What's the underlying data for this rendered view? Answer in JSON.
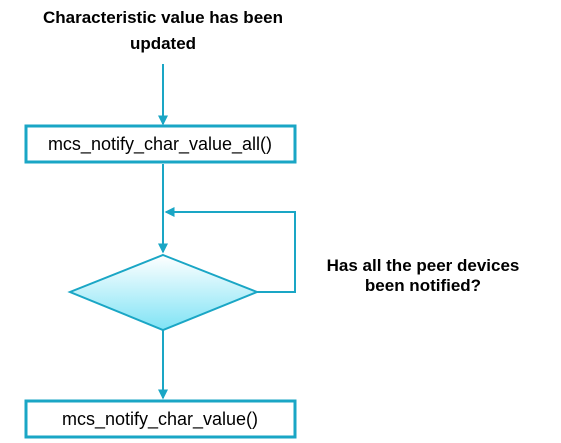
{
  "start": {
    "line1": "Characteristic value has been",
    "line2": "updated"
  },
  "box_top": {
    "label": "mcs_notify_char_value_all()"
  },
  "decision": {
    "line1": "Has all the peer devices",
    "line2": "been notified?"
  },
  "box_bottom": {
    "label": "mcs_notify_char_value()"
  },
  "colors": {
    "line": "#1AA6C5",
    "box_border": "#1AA6C5",
    "diamond_fill_top": "#FFFFFF",
    "diamond_fill_bottom": "#7FE3F5",
    "text": "#000000"
  }
}
